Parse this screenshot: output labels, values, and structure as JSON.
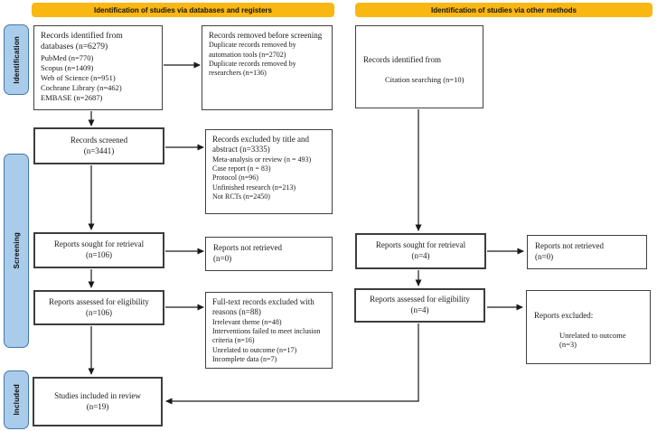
{
  "headers": {
    "databases": "Identification of studies via databases and registers",
    "other": "Identification of studies via other methods"
  },
  "sidebar": {
    "identification": "Identification",
    "screening": "Screening",
    "included": "Included"
  },
  "left_flow": {
    "records_identified": {
      "title": "Records identified from databases (n=6279)",
      "details": [
        "PubMed (n=770)",
        "Scopus (n=1409)",
        "Web of Science (n=951)",
        "Cochrane Library (n=462)",
        "EMBASE (n=2687)"
      ]
    },
    "records_screened": {
      "lines": [
        "Records screened",
        "(n=3441)"
      ]
    },
    "reports_sought": {
      "lines": [
        "Reports sought for retrieval",
        "(n=106)"
      ]
    },
    "reports_assessed": {
      "lines": [
        "Reports assessed for eligibility",
        "(n=106)"
      ]
    },
    "studies_included": {
      "lines": [
        "Studies included in review",
        "(n=19)"
      ]
    }
  },
  "left_side": {
    "records_removed": {
      "title": "Records removed before screening",
      "details": [
        "Duplicate records removed by automation tools (n=2702)",
        "Duplicate records removed by researchers (n=136)"
      ]
    },
    "records_excluded": {
      "title": "Records excluded by title and abstract (n=3335)",
      "details": [
        "Meta-analysis or review (n = 493)",
        "Case report (n = 83)",
        "Protocol (n=96)",
        "Unfinished research (n=213)",
        "Not RCTs (n=2450)"
      ]
    },
    "reports_not_retrieved": {
      "lines": [
        "Reports not retrieved",
        "(n=0)"
      ]
    },
    "fulltext_excluded": {
      "title": "Full-text records excluded with reasons (n=88)",
      "details": [
        "Irrelevant theme (n=48)",
        "Interventions failed to meet inclusion criteria (n=16)",
        "Unrelated to outcome (n=17)",
        "Incomplete data (n=7)"
      ]
    }
  },
  "right_flow": {
    "records_identified": {
      "title": "Records identified from",
      "indent": "Citation searching (n=10)"
    },
    "reports_sought": {
      "lines": [
        "Reports sought for retrieval",
        "(n=4)"
      ]
    },
    "reports_assessed": {
      "lines": [
        "Reports assessed for eligibility",
        "(n=4)"
      ]
    }
  },
  "right_side": {
    "reports_not_retrieved": {
      "lines": [
        "Reports not retrieved",
        "(n=0)"
      ]
    },
    "reports_excluded": {
      "title": "Reports excluded:",
      "indent": "Unrelated to outcome (n=3)"
    }
  },
  "colors": {
    "header_bg": "#F9B712",
    "sidebar_bg": "#A9CCEA",
    "sidebar_border": "#4577A9",
    "box_border": "#404040",
    "arrow": "#1a1a1a"
  }
}
